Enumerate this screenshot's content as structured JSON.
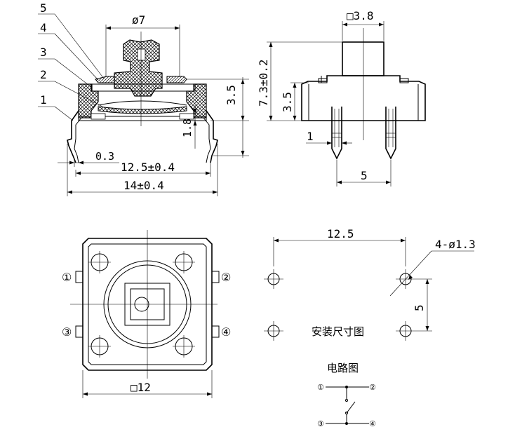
{
  "side_view": {
    "dia_7": "ø7",
    "labels": [
      "5",
      "4",
      "3",
      "2",
      "1"
    ],
    "h_3_5": "3.5",
    "h_1_8": "1.8",
    "gap_0_3": "0.3",
    "w_12_5": "12.5±0.4",
    "w_14": "14±0.4"
  },
  "front_view": {
    "sq_3_8": "□3.8",
    "h_7_3": "7.3±0.2",
    "h_3_5": "3.5",
    "pin_w": "1",
    "pitch": "5"
  },
  "top_view": {
    "size": "□12",
    "pins": [
      "①",
      "②",
      "③",
      "④"
    ]
  },
  "mount": {
    "spacing": "12.5",
    "holes": "4-ø1.3",
    "vspacing": "5",
    "title": "安装尺寸图"
  },
  "circuit": {
    "title": "电路图",
    "pins": [
      "①",
      "②",
      "③",
      "④"
    ]
  }
}
